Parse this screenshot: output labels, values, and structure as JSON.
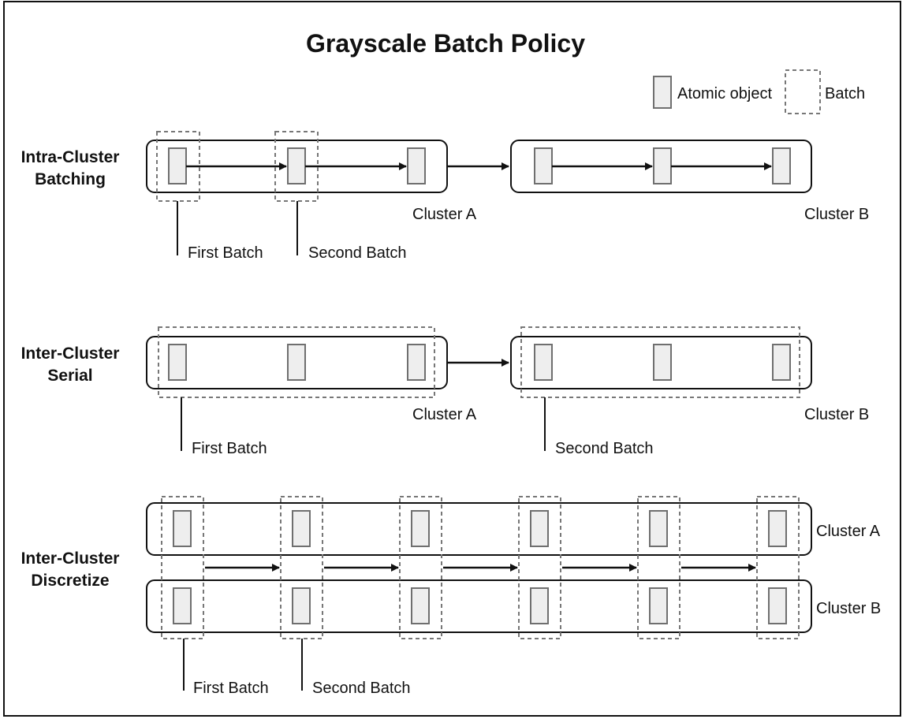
{
  "title": "Grayscale Batch Policy",
  "legend": {
    "atomic_label": "Atomic object",
    "batch_label": "Batch"
  },
  "rows": {
    "intra": {
      "label_line1": "Intra-Cluster",
      "label_line2": "Batching",
      "cluster_a": "Cluster A",
      "cluster_b": "Cluster B",
      "first_batch": "First Batch",
      "second_batch": "Second Batch"
    },
    "serial": {
      "label_line1": "Inter-Cluster",
      "label_line2": "Serial",
      "cluster_a": "Cluster A",
      "cluster_b": "Cluster B",
      "first_batch": "First Batch",
      "second_batch": "Second Batch"
    },
    "discretize": {
      "label_line1": "Inter-Cluster",
      "label_line2": "Discretize",
      "cluster_a": "Cluster A",
      "cluster_b": "Cluster B",
      "first_batch": "First Batch",
      "second_batch": "Second Batch"
    }
  },
  "colors": {
    "stroke": "#111111",
    "object_fill": "#eeeeee",
    "object_stroke": "#6f6f6f",
    "batch_stroke": "#777777"
  }
}
